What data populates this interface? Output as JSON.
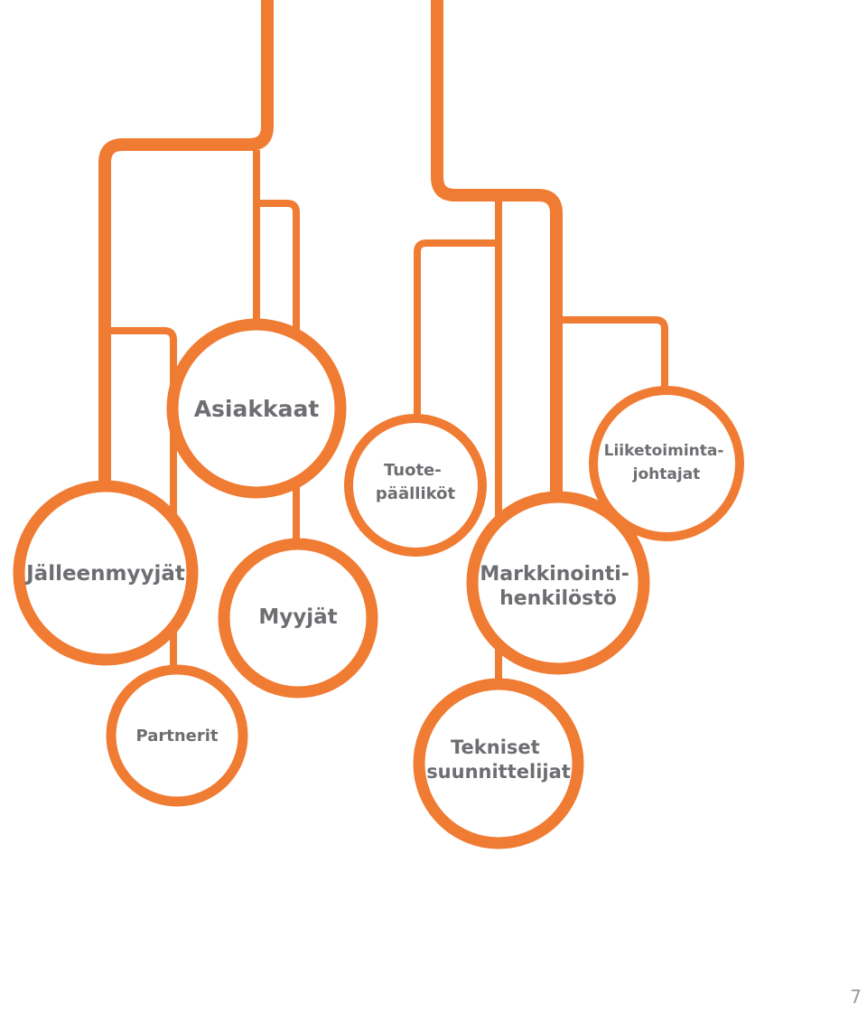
{
  "diagram": {
    "accent_color": "#f07b33",
    "label_color": "#6d6e71",
    "nodes": {
      "asiakkaat": {
        "lines": [
          "Asiakkaat"
        ]
      },
      "jalleenmyyjat": {
        "lines": [
          "Jälleenmyyjät"
        ]
      },
      "myyjat": {
        "lines": [
          "Myyjät"
        ]
      },
      "partnerit": {
        "lines": [
          "Partnerit"
        ]
      },
      "tuotepaallikot": {
        "lines": [
          "Tuote-",
          "päälliköt"
        ]
      },
      "liiketoimintajohtajat": {
        "lines": [
          "Liiketoiminta-",
          "johtajat"
        ]
      },
      "markkinointihenkilosto": {
        "lines": [
          "Markkinointi-",
          "henkilöstö"
        ]
      },
      "tekniset_suunnittelijat": {
        "lines": [
          "Tekniset",
          "suunnittelijat"
        ]
      }
    }
  },
  "footer": {
    "page_number": "7"
  }
}
